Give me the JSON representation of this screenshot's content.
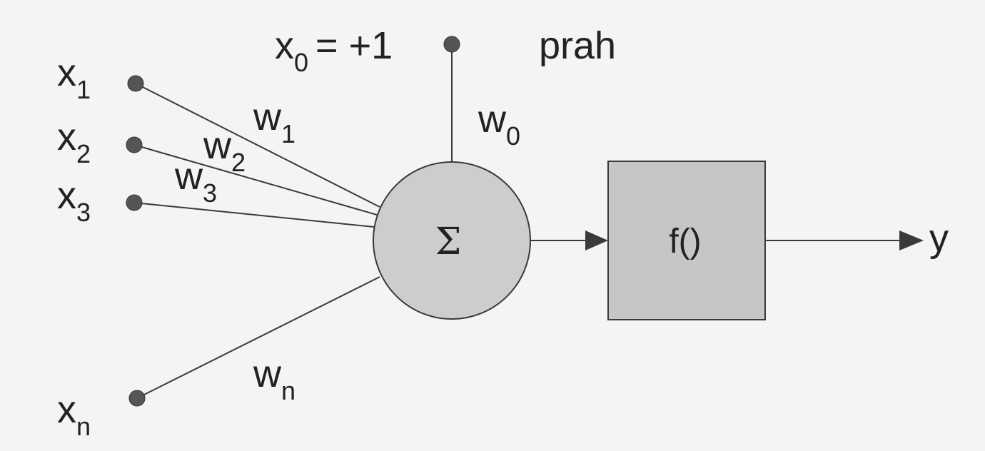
{
  "inputs": {
    "x1": {
      "base": "x",
      "sub": "1"
    },
    "x2": {
      "base": "x",
      "sub": "2"
    },
    "x3": {
      "base": "x",
      "sub": "3"
    },
    "xn": {
      "base": "x",
      "sub": "n"
    }
  },
  "bias": {
    "input_base": "x",
    "input_sub": "0",
    "input_value": "= +1",
    "label": "prah"
  },
  "weights": {
    "w0": {
      "base": "w",
      "sub": "0"
    },
    "w1": {
      "base": "w",
      "sub": "1"
    },
    "w2": {
      "base": "w",
      "sub": "2"
    },
    "w3": {
      "base": "w",
      "sub": "3"
    },
    "wn": {
      "base": "w",
      "sub": "n"
    }
  },
  "summation": {
    "symbol": "Σ"
  },
  "activation": {
    "label": "f()"
  },
  "output": {
    "label": "y"
  },
  "colors": {
    "background": "#f4f4f2",
    "node_fill": "#cfcdcb",
    "box_fill": "#c8c6c4",
    "line": "#3a3a3a",
    "dot": "#555555"
  }
}
